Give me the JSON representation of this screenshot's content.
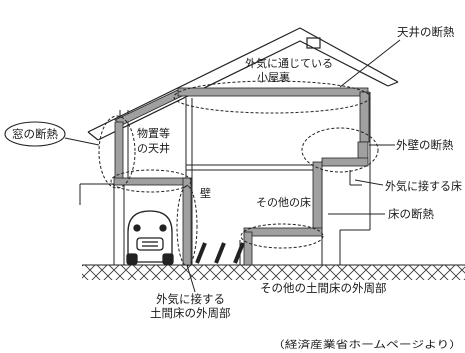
{
  "labels": {
    "ceiling_insulation": "天井の断熱",
    "attic_line1": "外気に通じている",
    "attic_line2": "小屋裏",
    "window_insulation": "窓の断熱",
    "loft_ceiling_line1": "物置等",
    "loft_ceiling_line2": "の天井",
    "exterior_wall_insulation": "外壁の断熱",
    "outside_air_floor": "外気に接する床",
    "wall": "壁",
    "other_floor": "その他の床",
    "floor_insulation": "床の断熱",
    "slab_perimeter_outside_line1": "外気に接する",
    "slab_perimeter_outside_line2": "土間床の外周部",
    "slab_perimeter_other": "その他の土間床の外周部",
    "source": "（経済産業省ホームページより）"
  },
  "colors": {
    "insulation": "#a0a0a0",
    "line": "#222222",
    "text": "#1a1a1a"
  }
}
